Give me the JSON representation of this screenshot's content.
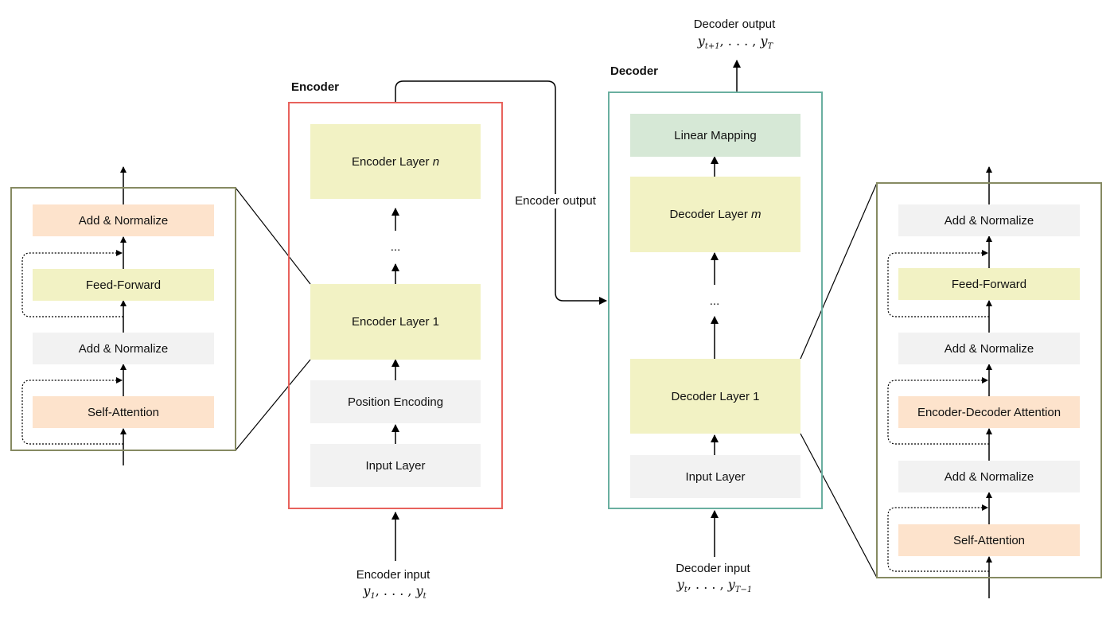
{
  "encoder": {
    "title": "Encoder",
    "layers": {
      "top_label": "Encoder Layer",
      "top_index": "n",
      "ellipsis": "...",
      "first": "Encoder Layer 1",
      "position_encoding": "Position Encoding",
      "input_layer": "Input Layer"
    },
    "input_label": "Encoder input",
    "input_seq": {
      "y1": "y",
      "sub1": "1",
      "dots": ", . . . , ",
      "yt": "y",
      "subt": "t"
    }
  },
  "encoder_output_label": "Encoder output",
  "decoder": {
    "title": "Decoder",
    "layers": {
      "linear_mapping": "Linear Mapping",
      "top_label": "Decoder Layer",
      "top_index": "m",
      "ellipsis": "...",
      "first": "Decoder Layer 1",
      "input_layer": "Input Layer"
    },
    "input_label": "Decoder input",
    "input_seq": {
      "y1": "y",
      "sub1": "t",
      "dots": ", . . . , ",
      "yt": "y",
      "subt": "T−1"
    },
    "output_label": "Decoder output",
    "output_seq": {
      "y1": "y",
      "sub1": "t+1",
      "dots": ", . . . , ",
      "yt": "y",
      "subt": "T"
    }
  },
  "encoder_detail": {
    "add_norm_top": "Add & Normalize",
    "feed_forward": "Feed-Forward",
    "add_norm_bottom": "Add & Normalize",
    "self_attention": "Self-Attention"
  },
  "decoder_detail": {
    "add_norm_top": "Add & Normalize",
    "feed_forward": "Feed-Forward",
    "add_norm_middle": "Add & Normalize",
    "enc_dec_attention": "Encoder-Decoder Attention",
    "add_norm_bottom": "Add & Normalize",
    "self_attention": "Self-Attention"
  },
  "colors": {
    "encoder_border": "#e8625c",
    "decoder_border": "#6aafa0",
    "detail_border": "#868a62",
    "layer_fill": "#f2f2c4",
    "norm_fill": "#f2f2f2",
    "attention_fill": "#fde3cc",
    "linear_fill": "#d6e8d6"
  }
}
